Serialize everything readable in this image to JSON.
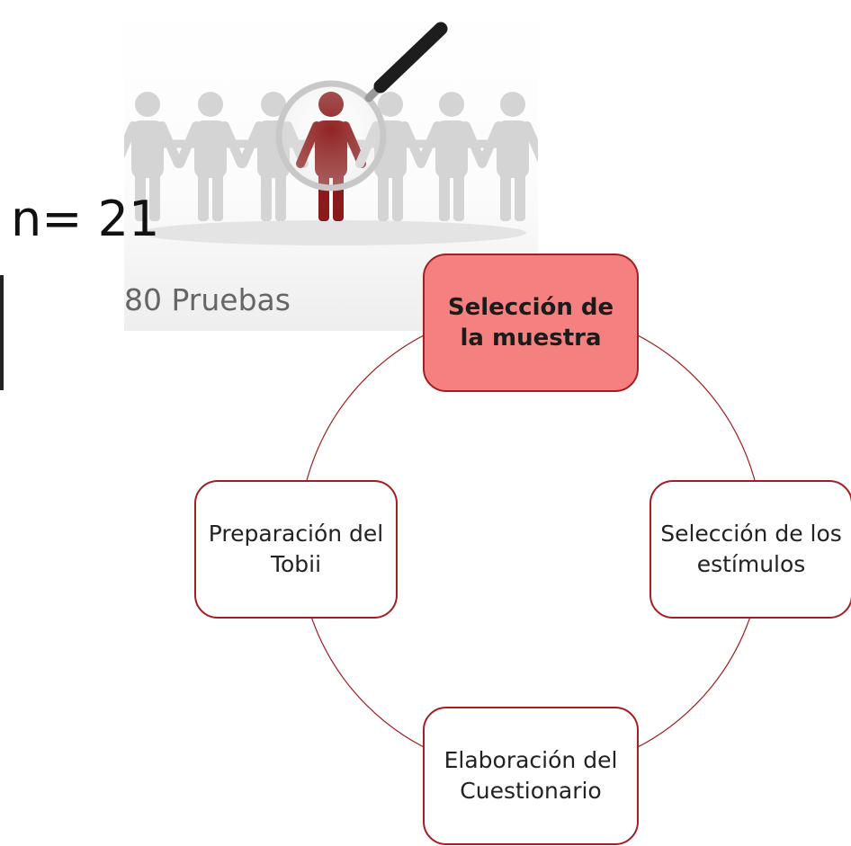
{
  "sample": {
    "n_label": "n= 21",
    "trials_label": "80 Pruebas"
  },
  "illustration": {
    "subject": "crowd of figures with magnifying glass highlighting one figure",
    "highlight_color": "#8b1a1a",
    "figure_color": "#d4d4d4"
  },
  "cycle": {
    "stroke_color": "#a31e22",
    "active_fill": "#f58080",
    "steps": [
      {
        "label": "Selección de la muestra",
        "active": true
      },
      {
        "label": "Selección de los estímulos",
        "active": false
      },
      {
        "label": "Elaboración del Cuestionario",
        "active": false
      },
      {
        "label": "Preparación del Tobii",
        "active": false
      }
    ]
  }
}
